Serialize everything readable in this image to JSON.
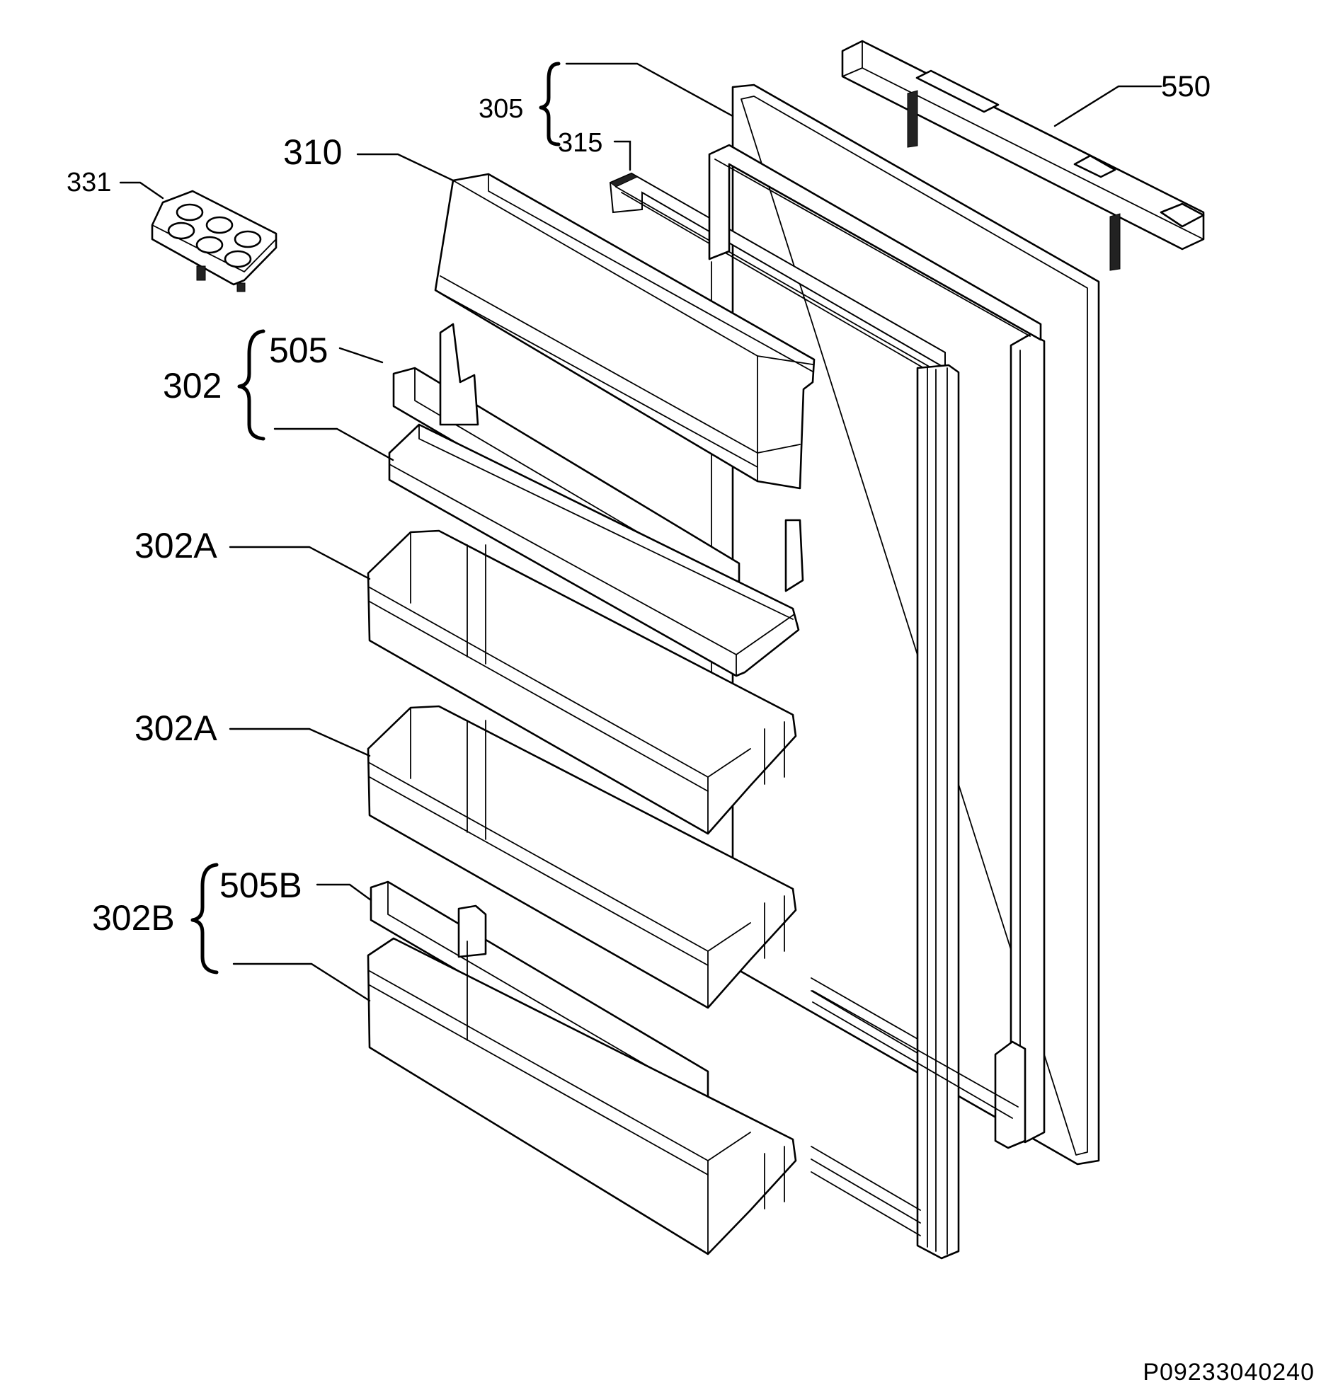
{
  "labels": {
    "l310": "310",
    "l331": "331",
    "l305": "305",
    "l315": "315",
    "l550": "550",
    "l302": "302",
    "l505": "505",
    "l302a_1": "302A",
    "l302a_2": "302A",
    "l302b": "302B",
    "l505b": "505B"
  },
  "drawing_code": "P09233040240",
  "colors": {
    "line": "#000000",
    "background": "#ffffff"
  }
}
